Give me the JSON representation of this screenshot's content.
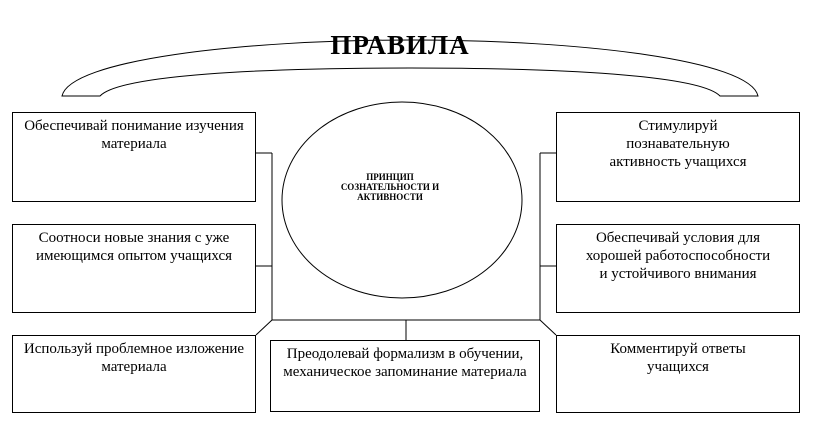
{
  "title": "ПРАВИЛА",
  "center": "ПРИНЦИП СОЗНАТЕЛЬНОСТИ И АКТИВНОСТИ",
  "rules": {
    "left_top": "Обеспечивай понимание изучения материала",
    "left_mid": "Соотноси новые знания с уже имеющимся опытом учащихся",
    "left_bottom": "Используй проблемное изложение материала",
    "bottom_center": "Преодолевай формализм в обучении, механическое запоминание материала",
    "right_top": "Стимулируй познавательную активность учащихся",
    "right_mid": "Обеспечивай условия для хорошей работоспособности и устойчивого внимания",
    "right_bottom": "Комментируй ответы учащихся"
  }
}
